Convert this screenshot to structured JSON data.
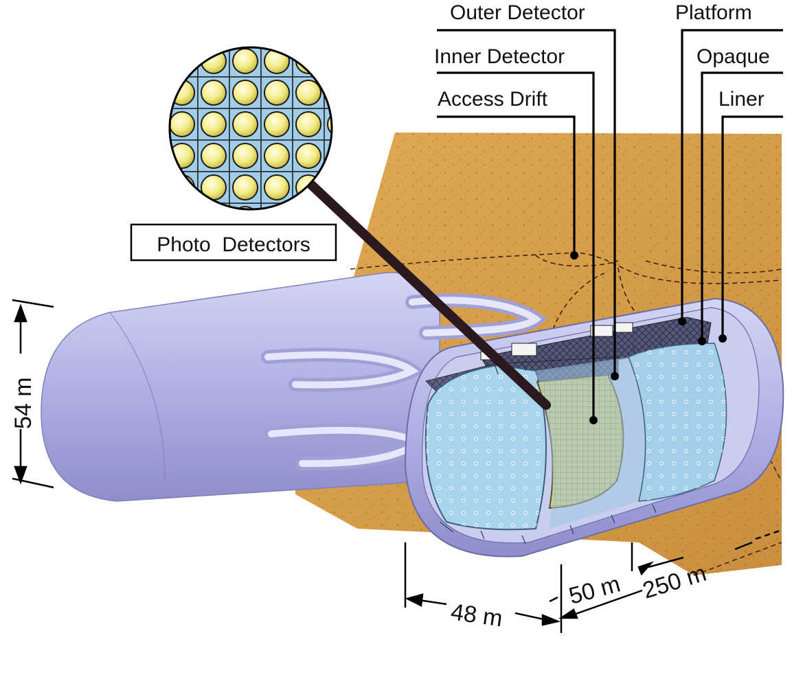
{
  "labels": {
    "outer_detector": "Outer Detector",
    "inner_detector": "Inner Detector",
    "access_drift": "Access Drift",
    "platform": "Platform",
    "opaque": "Opaque",
    "liner": "Liner",
    "photo_detectors": "Photo  Detectors"
  },
  "dimensions": {
    "height": "54 m",
    "length_a": "48 m",
    "length_b": "50 m",
    "length_c": "250 m"
  },
  "colors": {
    "rock": "#d8a04a",
    "vessel": "#b7b8e6",
    "detector_blue": "#a9d4ee",
    "tube_yellow": "#f4ef9c",
    "wall_mesh": "#d7c96c"
  }
}
